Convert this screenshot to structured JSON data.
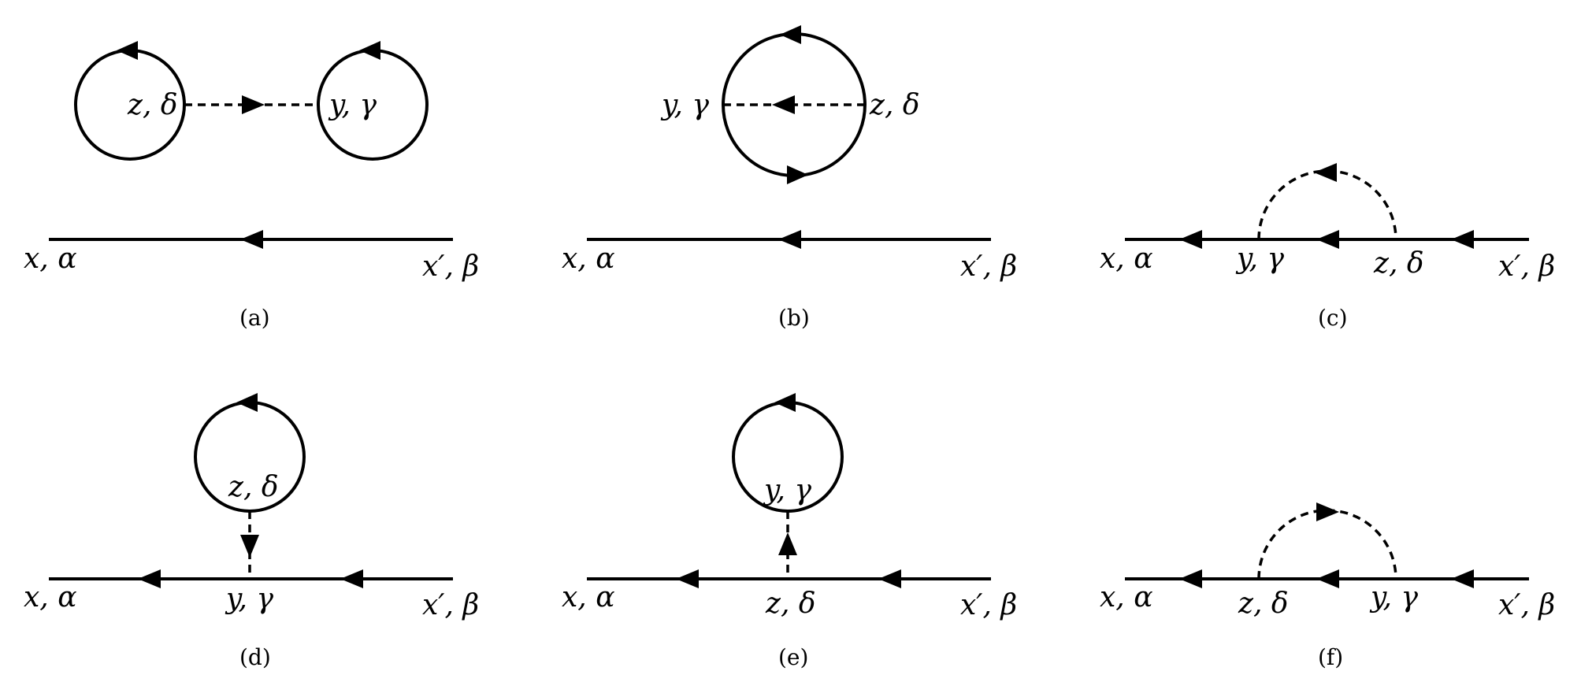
{
  "panels": {
    "a": {
      "caption": "(a)",
      "labels": {
        "left": "x, α",
        "right": "x′, β",
        "loop1": "z, δ",
        "loop2": "y, γ"
      }
    },
    "b": {
      "caption": "(b)",
      "labels": {
        "left": "x, α",
        "right": "x′, β",
        "bubble_left": "y, γ",
        "bubble_right": "z, δ"
      }
    },
    "c": {
      "caption": "(c)",
      "labels": {
        "left": "x, α",
        "right": "x′, β",
        "v1": "y, γ",
        "v2": "z, δ"
      }
    },
    "d": {
      "caption": "(d)",
      "labels": {
        "left": "x, α",
        "right": "x′, β",
        "loop": "z, δ",
        "vertex": "y, γ"
      }
    },
    "e": {
      "caption": "(e)",
      "labels": {
        "left": "x, α",
        "right": "x′, β",
        "loop": "y, γ",
        "vertex": "z, δ"
      }
    },
    "f": {
      "caption": "(f)",
      "labels": {
        "left": "x, α",
        "right": "x′, β",
        "v1": "z, δ",
        "v2": "y, γ"
      }
    }
  }
}
